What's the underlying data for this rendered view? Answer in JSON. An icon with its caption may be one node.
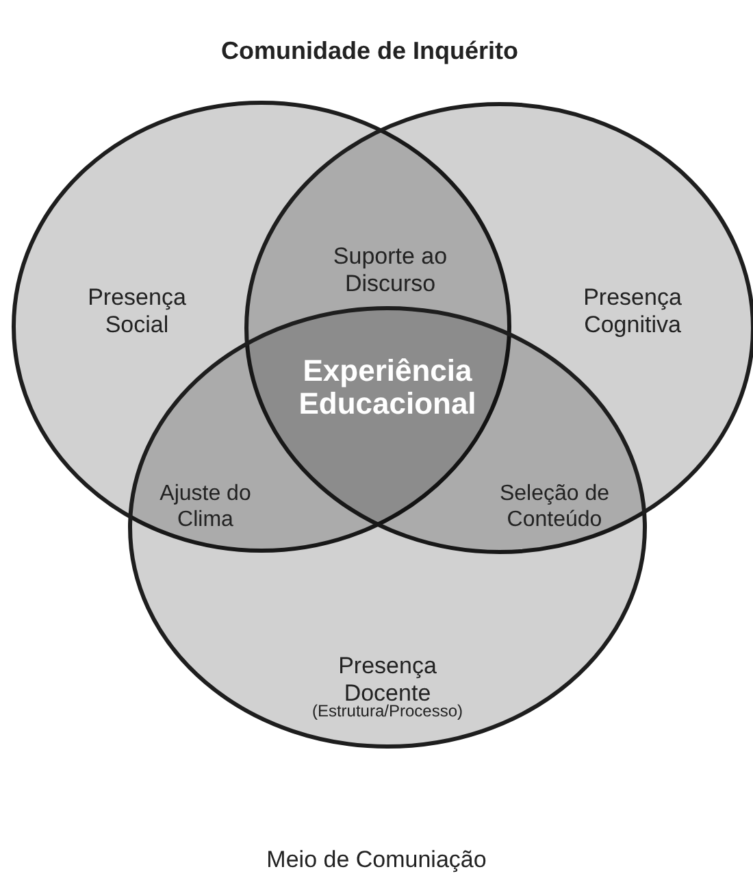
{
  "diagram": {
    "title": "Comunidade de Inquérito",
    "nodes": [
      {
        "text": [
          "Presença Social"
        ]
      },
      {
        "text": [
          "Presença Cognitiva"
        ]
      },
      {
        "text": [
          "Presença Docente",
          "(Estrutura/Processo)"
        ]
      }
    ],
    "labels": [
      "Suporte ao Discurso",
      "Experiência Educacional",
      "Ajuste do Clima",
      "Seleção de Conteúdo"
    ],
    "caption": "Meio de Comuniação"
  }
}
